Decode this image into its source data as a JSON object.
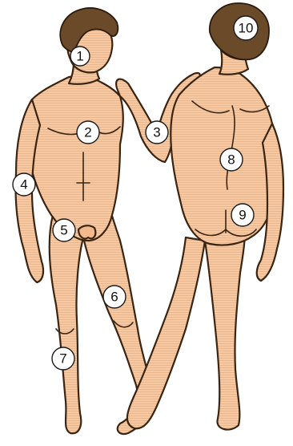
{
  "diagram": {
    "skin_color": "#f6c9a2",
    "hair_color": "#6b4a2a",
    "outline_color": "#3a2412",
    "markers": [
      {
        "id": "1",
        "label": "1"
      },
      {
        "id": "2",
        "label": "2"
      },
      {
        "id": "3",
        "label": "3"
      },
      {
        "id": "4",
        "label": "4"
      },
      {
        "id": "5",
        "label": "5"
      },
      {
        "id": "6",
        "label": "6"
      },
      {
        "id": "7",
        "label": "7"
      },
      {
        "id": "8",
        "label": "8"
      },
      {
        "id": "9",
        "label": "9"
      },
      {
        "id": "10",
        "label": "10"
      }
    ]
  }
}
